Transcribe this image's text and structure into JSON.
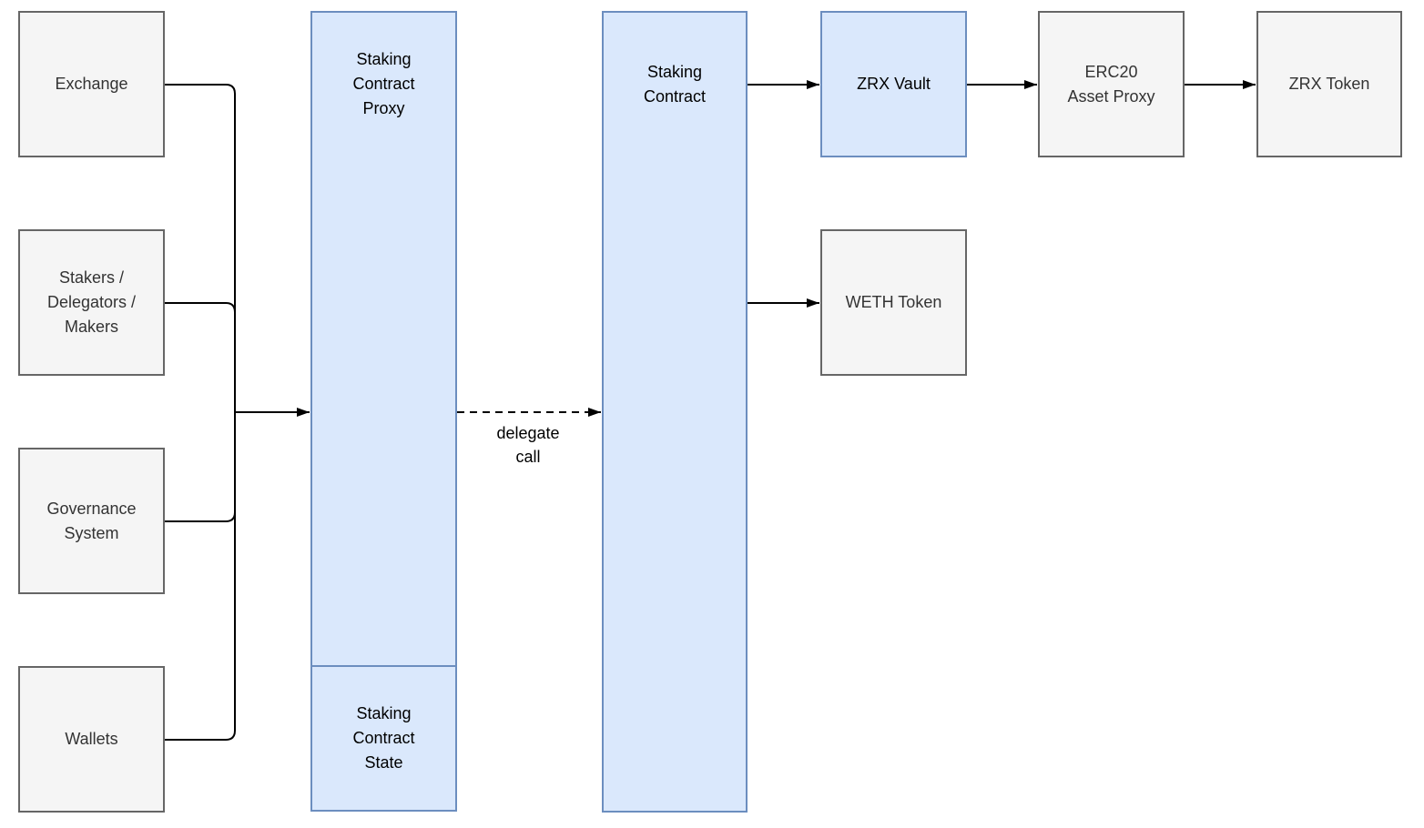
{
  "diagram": {
    "nodes": {
      "exchange": {
        "label": "Exchange"
      },
      "stakers": {
        "label": "Stakers /\nDelegators /\nMakers"
      },
      "governance": {
        "label": "Governance\nSystem"
      },
      "wallets": {
        "label": "Wallets"
      },
      "staking_contract_proxy": {
        "label": "Staking\nContract\nProxy"
      },
      "staking_contract_state": {
        "label": "Staking\nContract\nState"
      },
      "staking_contract": {
        "label": "Staking\nContract"
      },
      "zrx_vault": {
        "label": "ZRX Vault"
      },
      "weth_token": {
        "label": "WETH Token"
      },
      "erc20_asset_proxy": {
        "label": "ERC20\nAsset Proxy"
      },
      "zrx_token": {
        "label": "ZRX Token"
      }
    },
    "edges": {
      "delegate_call_label": "delegate\ncall"
    },
    "colors": {
      "blue_fill": "#dae8fc",
      "blue_border": "#6c8ebf",
      "gray_fill": "#f5f5f5",
      "gray_border": "#666666",
      "gray_text": "#333333",
      "blue_text": "#000000",
      "line": "#000000",
      "background": "#ffffff"
    }
  }
}
